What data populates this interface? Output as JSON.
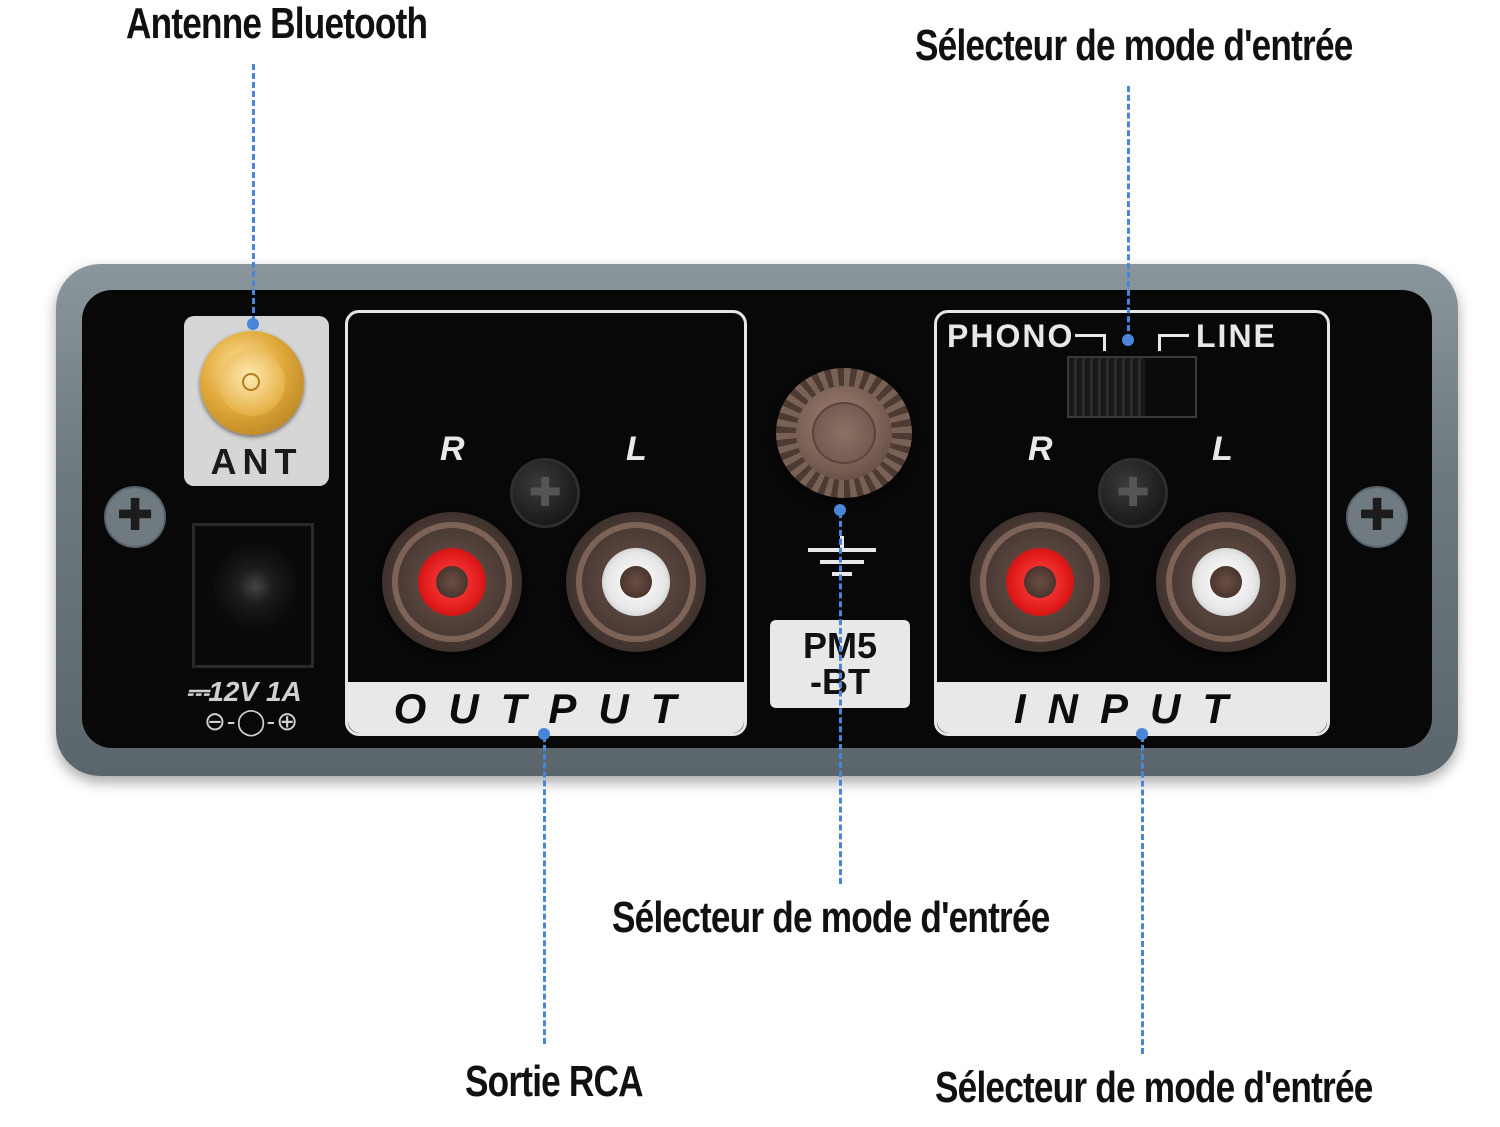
{
  "callouts": {
    "bluetooth_antenna": "Antenne Bluetooth",
    "selector_top": "Sélecteur de mode d'entrée",
    "selector_middle": "Sélecteur de mode d'entrée",
    "rca_output": "Sortie RCA",
    "selector_bottom": "Sélecteur de mode d'entrée"
  },
  "device": {
    "antenna_label": "ANT",
    "power_rating": "⎓12V 1A",
    "polarity_symbol": "⊖-◯-⊕",
    "model": "PM5\n-BT",
    "output": {
      "section_label": "OUTPUT",
      "right_label": "R",
      "left_label": "L"
    },
    "input": {
      "section_label": "INPUT",
      "right_label": "R",
      "left_label": "L",
      "switch_left_label": "PHONO",
      "switch_right_label": "LINE"
    }
  },
  "colors": {
    "callout_line": "#4a86d8",
    "rca_right_ring": "#e11a1a",
    "rca_left_ring": "#e7e7e7",
    "antenna_gold": "#e0a93a"
  }
}
